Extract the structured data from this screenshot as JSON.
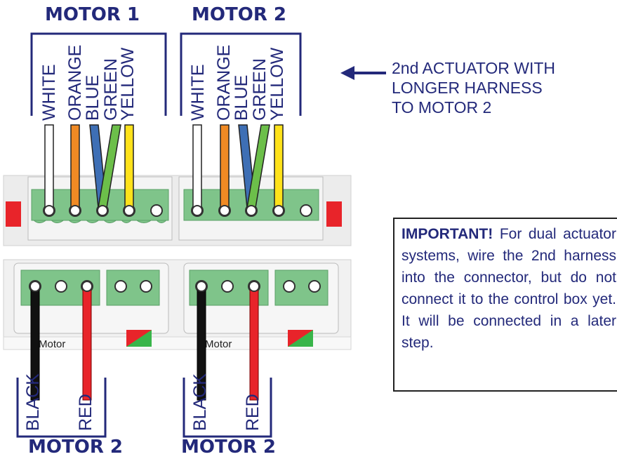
{
  "top_motor_labels": [
    "MOTOR 1",
    "MOTOR 2"
  ],
  "bottom_motor_labels": [
    "MOTOR 2",
    "MOTOR 2"
  ],
  "top_wire_labels": [
    "WHITE",
    "ORANGE",
    "BLUE",
    "GREEN",
    "YELLOW"
  ],
  "bottom_wire_labels": [
    "BLACK",
    "RED"
  ],
  "connector_label": "Motor",
  "callout": {
    "line1": "2nd ACTUATOR WITH",
    "line2": "LONGER HARNESS",
    "line3": "TO MOTOR 2"
  },
  "note": {
    "heading": "IMPORTANT!",
    "body": "For dual actuator systems, wire the 2nd harness into the connector, but do not connect it to the control box yet. It will be connected in a later step."
  },
  "colors": {
    "label": "#23297a",
    "connector_green": "#7fc48a",
    "white_wire": "#ffffff",
    "orange_wire": "#f08a24",
    "blue_wire": "#3e6fb5",
    "green_wire": "#6cbf4a",
    "yellow_wire": "#ffe21a",
    "black_wire": "#111111",
    "red_wire": "#e8242a"
  }
}
